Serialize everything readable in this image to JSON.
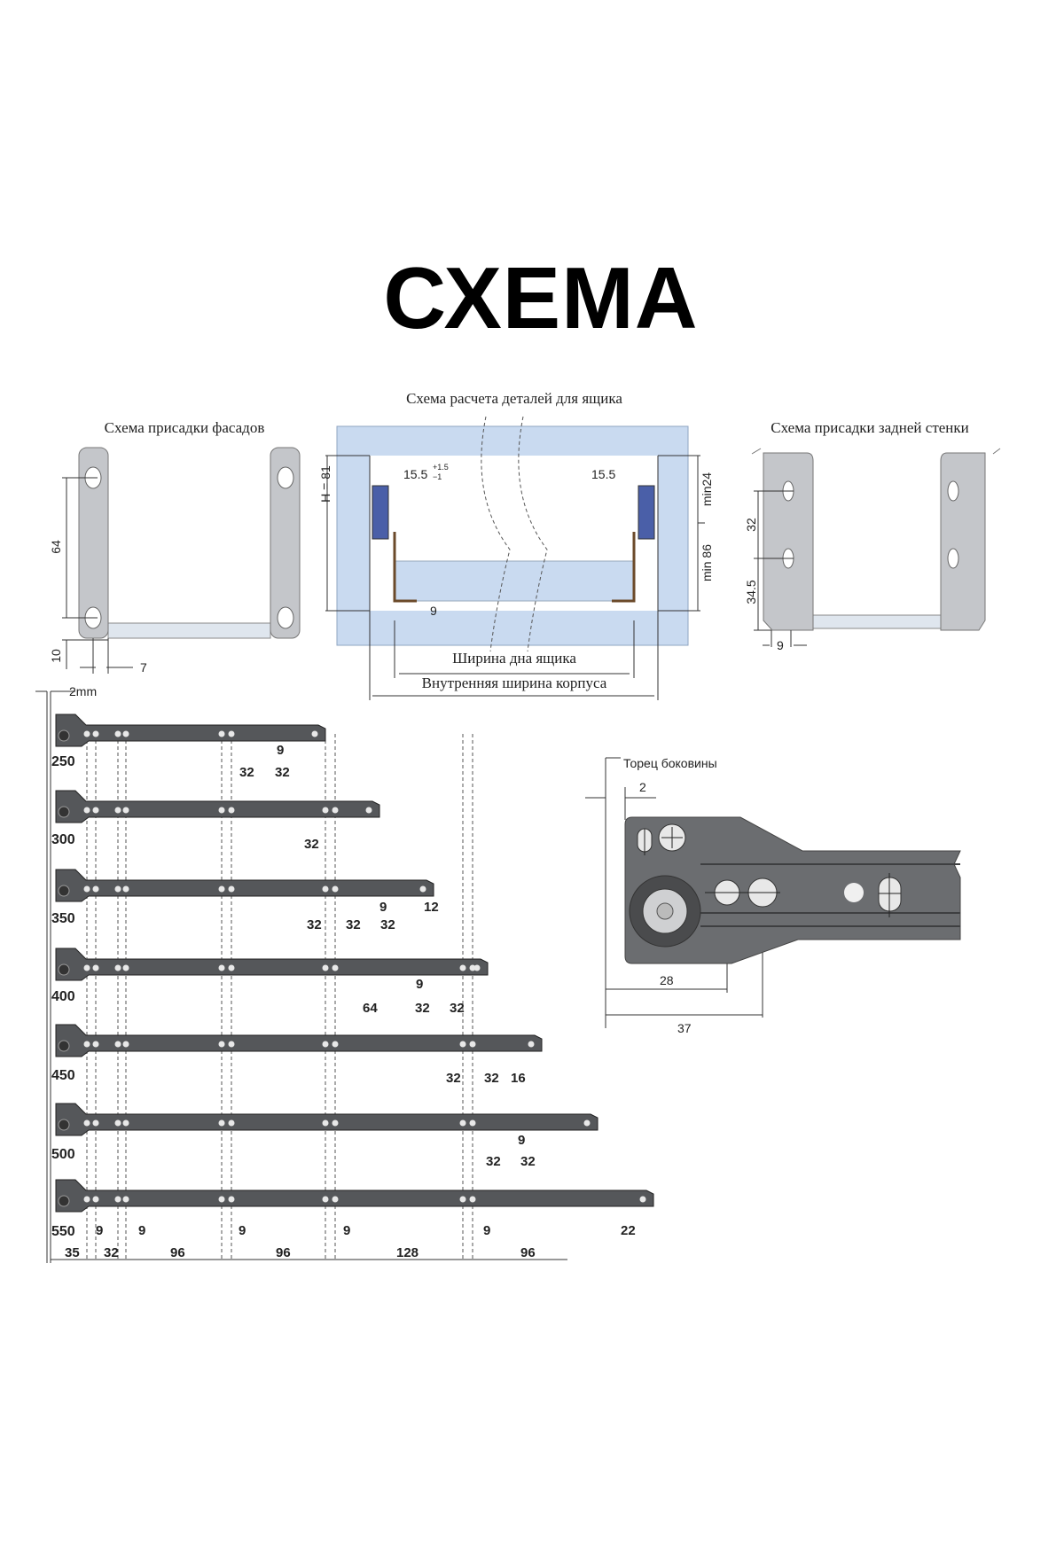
{
  "title": "СХЕМА",
  "facade_scheme": {
    "caption": "Схема присадки фасадов",
    "dim_64": "64",
    "dim_10": "10",
    "dim_7": "7"
  },
  "box_scheme": {
    "caption": "Схема расчета деталей для ящика",
    "dim_left": "15.5",
    "tol_plus": "+1.5",
    "tol_minus": "−1",
    "dim_right": "15.5",
    "h": "H = 81",
    "min24": "min24",
    "min86": "min 86",
    "dim_9": "9",
    "bottom_width": "Ширина дна ящика",
    "inner_width": "Внутренняя ширина корпуса"
  },
  "back_scheme": {
    "caption": "Схема присадки задней стенки",
    "dim_32": "32",
    "dim_345": "34.5",
    "dim_9": "9"
  },
  "runners": {
    "offset": "2mm",
    "sizes": [
      "250",
      "300",
      "350",
      "400",
      "450",
      "500",
      "550"
    ],
    "r250": [
      "9",
      "32",
      "32"
    ],
    "r300": [
      "32"
    ],
    "r350": [
      "9",
      "12",
      "32",
      "32",
      "32"
    ],
    "r400": [
      "9",
      "64",
      "32",
      "32"
    ],
    "r450": [
      "32",
      "32",
      "16"
    ],
    "r500": [
      "9",
      "32",
      "32"
    ],
    "r550_nines": [
      "9",
      "9",
      "9",
      "9",
      "9"
    ],
    "r550_end": "22",
    "bottom_row": [
      "35",
      "32",
      "96",
      "96",
      "128",
      "96"
    ]
  },
  "detail": {
    "label": "Торец боковины",
    "dim_2": "2",
    "dim_28": "28",
    "dim_37": "37"
  },
  "colors": {
    "runner": "#55575a",
    "panel_blue": "#c9daf0",
    "bracket": "#c4c6ca"
  }
}
